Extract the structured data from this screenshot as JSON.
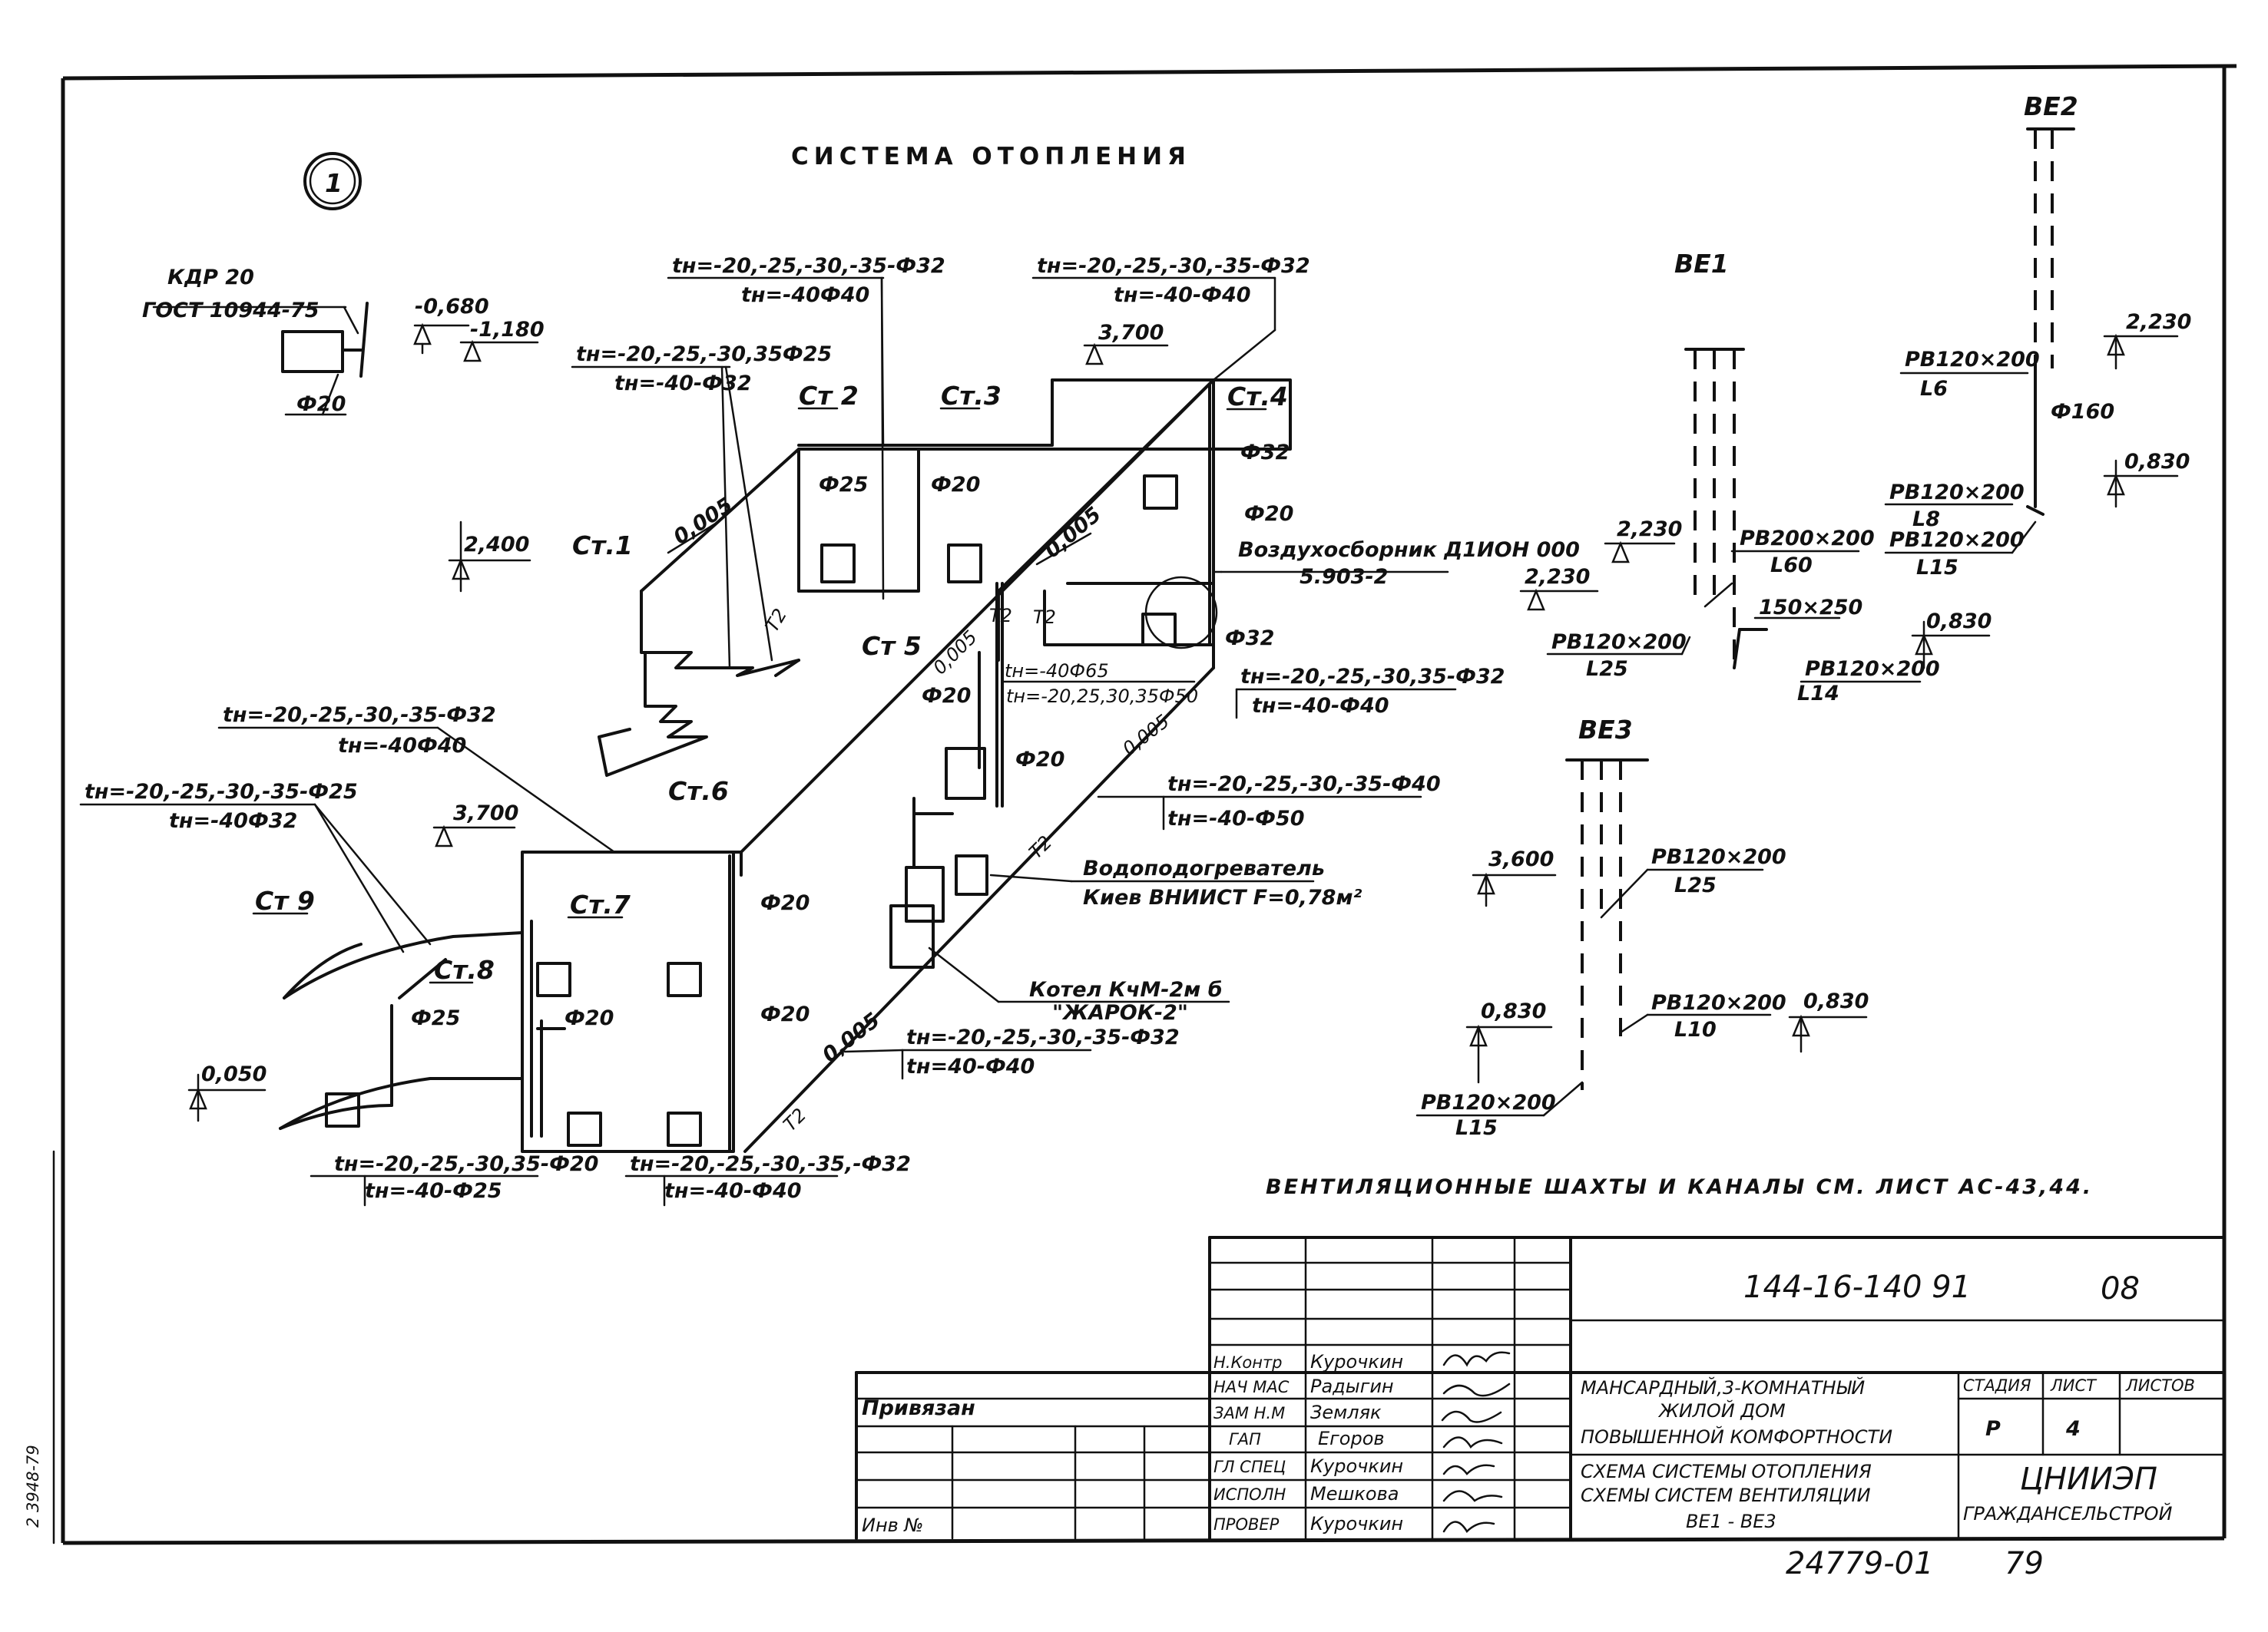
{
  "title": "СИСТЕМА ОТОПЛЕНИЯ",
  "marker": "1",
  "kdr": {
    "name": "КДР 20",
    "gost": "ГОСТ 10944-75",
    "dia": "Ф20"
  },
  "elevations": {
    "e_0680": "-0,680",
    "e_1180": "-1,180",
    "e_3700a": "3,700",
    "e_2400": "2,400",
    "e_3700b": "3,700",
    "e_0050": "0,050",
    "e_2230a": "2,230",
    "e_2230b": "2,230",
    "e_2230c": "2,230",
    "e_0830a": "0,830",
    "e_0830b": "0,830",
    "e_3600": "3,600",
    "e_0830c": "0,830",
    "e_0830d": "0,830"
  },
  "risers": {
    "st1": "Ст.1",
    "st2": "Ст 2",
    "st3": "Ст.3",
    "st4": "Ст.4",
    "st5": "Ст 5",
    "st6": "Ст.6",
    "st7": "Ст.7",
    "st8": "Ст.8",
    "st9": "Ст 9"
  },
  "pipe_notes": {
    "n1a": "tн=-20,-25,-30,-35-Ф32",
    "n1b": "tн=-40Ф40",
    "n2a": "tн=-20,-25,-30,-35-Ф32",
    "n2b": "tн=-40-Ф40",
    "n3a": "tн=-20,-25,-30,35Ф25",
    "n3b": "tн=-40-Ф32",
    "n4a": "tн=-20,-25,-30,-35-Ф32",
    "n4b": "tн=-40Ф40",
    "n5a": "tн=-20,-25,-30,-35-Ф25",
    "n5b": "tн=-40Ф32",
    "n6a": "tн=-20,-25,-30,35-Ф32",
    "n6b": "tн=-40-Ф40",
    "n7a": "tн=-40Ф65",
    "n7b": "tн=-20,25,30,35Ф50",
    "n8a": "tн=-20,-25,-30,-35-Ф40",
    "n8b": "tн=-40-Ф50",
    "n9a": "tн=-20,-25,-30,-35-Ф32",
    "n9b": "tн=40-Ф40",
    "n10a": "tн=-20,-25,-30,35-Ф20",
    "n10b": "tн=-40-Ф25",
    "n11a": "tн=-20,-25,-30,-35,-Ф32",
    "n11b": "tн=-40-Ф40"
  },
  "diameters": {
    "d25a": "Ф25",
    "d20a": "Ф20",
    "d32a": "Ф32",
    "d20b": "Ф20",
    "d32b": "Ф32",
    "d20c": "Ф20",
    "d20d": "Ф20",
    "d20e": "Ф20",
    "d20f": "Ф20",
    "d20g": "Ф20",
    "d25b": "Ф25",
    "d160": "Ф160"
  },
  "slopes": {
    "s1": "0,005",
    "s2": "0,005",
    "s3": "0,005",
    "s4": "0,005",
    "s5": "0,005"
  },
  "return_marks": {
    "t2a": "Т2",
    "t2b": "Т2",
    "t2c": "Т2",
    "t2d": "Т2",
    "t2e": "Т2"
  },
  "equipment": {
    "air_collector": "Воздухосборник Д1ИОН 000",
    "air_series": "5.903-2",
    "heater": "Водоподогреватель",
    "heater_spec": "Киев ВНИИСТ F=0,78м²",
    "boiler": "Котел КчМ-2м б",
    "boiler_name": "\"ЖАРОК-2\""
  },
  "vent": {
    "ve1": "ВЕ1",
    "ve2": "ВЕ2",
    "ve3": "ВЕ3",
    "pb1": "РВ120×200",
    "pb1l": "L6",
    "pb2": "РВ120×200",
    "pb2l": "L8",
    "pb3": "РВ120×200",
    "pb3l": "L15",
    "pb4": "РВ200×200",
    "pb4l": "L60",
    "pb5": "РВ120×200",
    "pb5l": "L25",
    "pb6": "150×250",
    "pb7": "РВ120×200",
    "pb7l": "L14",
    "pb8": "РВ120×200",
    "pb8l": "L25",
    "pb9": "РВ120×200",
    "pb9l": "L10",
    "pb10": "РВ120×200",
    "pb10l": "L15"
  },
  "vent_note": "ВЕНТИЛЯЦИОННЫЕ ШАХТЫ И КАНАЛЫ СМ. ЛИСТ АС-43,44.",
  "title_block": {
    "code": "144-16-140 91",
    "sheet_code": "08",
    "attached": "Привязан",
    "inv": "Инв №",
    "roles": [
      "Н.Контр",
      "НАЧ МАС",
      "ЗАМ Н.М",
      "ГАП",
      "ГЛ СПЕЦ",
      "ИСПОЛН",
      "ПРОВЕР"
    ],
    "names": [
      "Курочкин",
      "Радыгин",
      "Земляк",
      "Егоров",
      "Курочкин",
      "Мешкова",
      "Курочкин"
    ],
    "project1": "МАНСАРДНЫЙ,3-КОМНАТНЫЙ",
    "project2": "ЖИЛОЙ ДОМ",
    "project3": "ПОВЫШЕННОЙ КОМФОРТНОСТИ",
    "drawing1": "СХЕМА СИСТЕМЫ ОТОПЛЕНИЯ",
    "drawing2": "СХЕМЫ СИСТЕМ ВЕНТИЛЯЦИИ",
    "drawing3": "ВЕ1 - ВЕ3",
    "stage_h": "СТАДИЯ",
    "sheet_h": "ЛИСТ",
    "sheets_h": "ЛИСТОВ",
    "stage": "Р",
    "sheet": "4",
    "org1": "ЦНИИЭП",
    "org2": "ГРАЖДАНСЕЛЬСТРОЙ"
  },
  "bottom_code": "24779-01",
  "bottom_page": "79",
  "side_stamp": "2 3948-79"
}
